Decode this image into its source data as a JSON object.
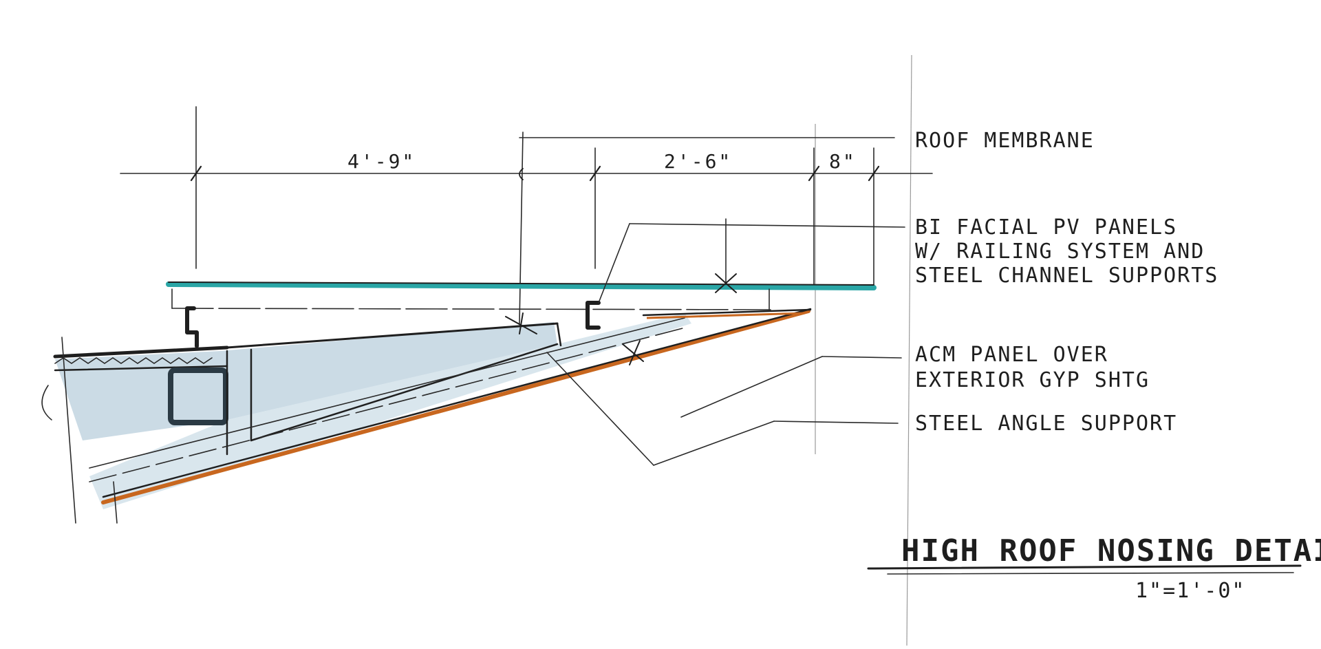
{
  "title": "HIGH ROOF NOSING DETAIL",
  "scale": "1\"=1'-0\"",
  "dimensions": [
    "4'-9\"",
    "2'-6\"",
    "8\""
  ],
  "labels": {
    "roof_membrane": "ROOF MEMBRANE",
    "pv_line1": "BI FACIAL PV PANELS",
    "pv_line2": "W/ RAILING SYSTEM AND",
    "pv_line3": "STEEL CHANNEL SUPPORTS",
    "acm_line1": "ACM PANEL OVER",
    "acm_line2": "EXTERIOR GYP SHTG",
    "steel_angle": "STEEL ANGLE SUPPORT"
  },
  "colors": {
    "ink": "#1f1f1f",
    "pv_panel": "#2aa6a6",
    "acm_panel": "#c8671f",
    "insulation": "#b9cfdc"
  }
}
